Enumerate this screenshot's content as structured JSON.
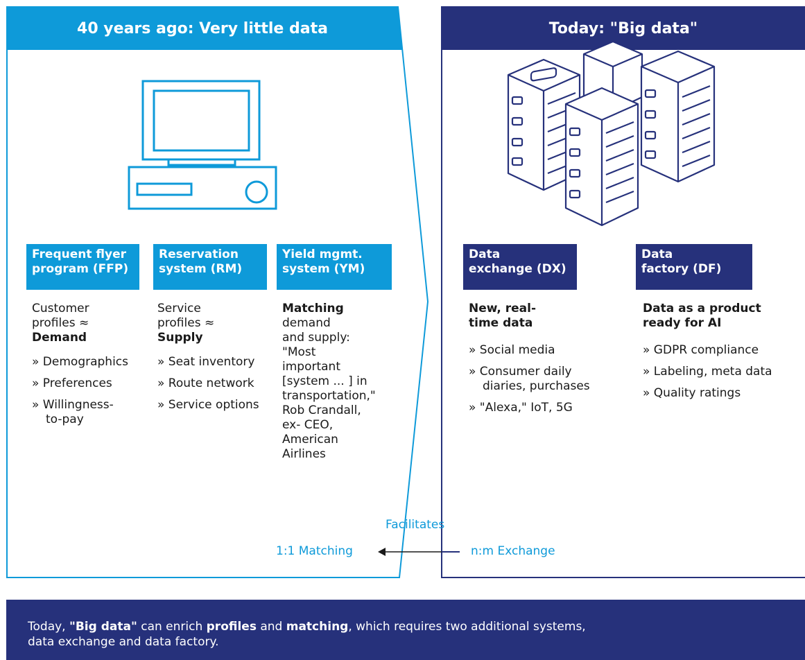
{
  "left": {
    "header": "40 years ago: Very little data",
    "columns": [
      {
        "tag": [
          "Frequent flyer",
          "program (FFP)"
        ],
        "desc_line1": "Customer",
        "desc_line2": "profiles ≈",
        "desc_bold": "Demand",
        "bullets": [
          "» Demographics",
          "» Preferences",
          "» Willingness-",
          "to-pay"
        ]
      },
      {
        "tag": [
          "Reservation",
          "system (RM)"
        ],
        "desc_line1": "Service",
        "desc_line2": "profiles ≈",
        "desc_bold": "Supply",
        "bullets": [
          "» Seat inventory",
          "» Route network",
          "» Service options"
        ]
      },
      {
        "tag": [
          "Yield mgmt.",
          "system (YM)"
        ],
        "desc_bold": "Matching",
        "desc_lines": [
          "demand",
          "and supply:",
          "\"Most",
          "important",
          "[system ... ] in",
          "transportation,\"",
          "Rob Crandall,",
          "ex- CEO,",
          "American",
          "Airlines"
        ]
      }
    ]
  },
  "right": {
    "header": "Today: \"Big data\"",
    "columns": [
      {
        "tag": [
          "Data",
          "exchange (DX)"
        ],
        "desc": [
          "New, real-",
          "time data"
        ],
        "bullets": [
          "» Social media",
          "» Consumer daily",
          "diaries, purchases",
          "» \"Alexa,\" IoT, 5G"
        ]
      },
      {
        "tag": [
          "Data",
          "factory (DF)"
        ],
        "desc": [
          "Data as a product",
          "ready for AI"
        ],
        "bullets": [
          "» GDPR compliance",
          "» Labeling, meta data",
          "» Quality ratings"
        ]
      }
    ]
  },
  "flow": {
    "facilitates": "Facilitates",
    "left_label": "1:1 Matching",
    "right_label": "n:m Exchange"
  },
  "footer": {
    "t1": "Today, ",
    "b1": "\"Big data\"",
    "t2": " can enrich ",
    "b2": "profiles",
    "t3": " and ",
    "b3": "matching",
    "t4": ", which requires two additional systems,",
    "line2": "data exchange and data factory."
  },
  "colors": {
    "light_blue": "#0e9ad9",
    "dark_blue": "#26317b"
  },
  "icons": [
    "computer-icon",
    "server-stack-icon"
  ]
}
